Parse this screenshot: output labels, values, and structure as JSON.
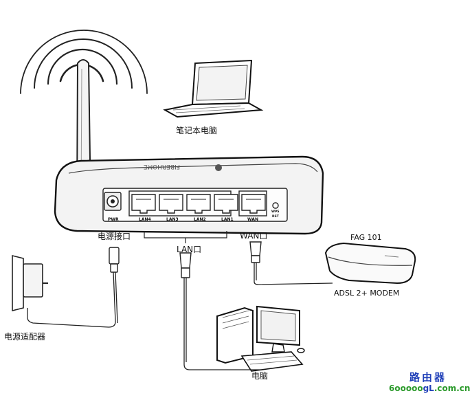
{
  "labels": {
    "laptop": "笔记本电脑",
    "power_port": "电源接口",
    "lan_port": "LAN口",
    "wan_port": "WAN口",
    "power_adapter": "电源适配器",
    "computer": "电脑",
    "modem_model": "FAG 101",
    "modem_type": "ADSL 2+ MODEM"
  },
  "ports": {
    "pwr": "PWR",
    "lan4": "LAN4",
    "lan3": "LAN3",
    "lan2": "LAN2",
    "lan1": "LAN1",
    "wan": "WAN",
    "wps": "WPS",
    "rst": "RST"
  },
  "watermark": {
    "line1": "路由器",
    "line2_prefix": "6ooooo",
    "line2_highlight": "gL",
    "line2_suffix": ".com.cn"
  }
}
